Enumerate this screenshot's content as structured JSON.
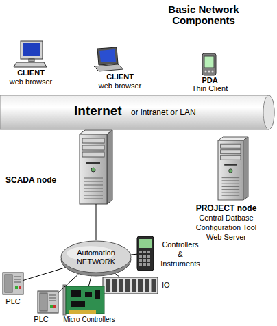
{
  "diagram": {
    "title": "Basic Network Components",
    "nodes": [
      {
        "text": [
          "CLIENT",
          "web browser"
        ]
      },
      {
        "text": [
          "CLIENT",
          "web browser"
        ]
      },
      {
        "text": [
          "PDA",
          "Thin Client"
        ]
      },
      {
        "text": [
          "Internet",
          "or intranet or LAN"
        ]
      },
      {
        "text": [
          "SCADA node"
        ]
      },
      {
        "text": [
          "PROJECT node",
          "Central Datbase Configuration Tool Web Server"
        ]
      },
      {
        "text": [
          "Automation NETWORK"
        ]
      },
      {
        "text": [
          "Controllers & Instruments"
        ]
      },
      {
        "text": [
          "IO"
        ]
      },
      {
        "text": [
          "PLC"
        ]
      },
      {
        "text": [
          "PLC"
        ]
      },
      {
        "text": [
          "Micro Controllers"
        ]
      }
    ],
    "edges": [
      {
        "from": 4,
        "to": 6,
        "arrow": "none"
      },
      {
        "from": 6,
        "to": 7,
        "arrow": "none"
      },
      {
        "from": 6,
        "to": 8,
        "arrow": "none"
      },
      {
        "from": 6,
        "to": 9,
        "arrow": "none"
      },
      {
        "from": 6,
        "to": 10,
        "arrow": "none"
      },
      {
        "from": 6,
        "to": 11,
        "arrow": "none"
      }
    ]
  }
}
